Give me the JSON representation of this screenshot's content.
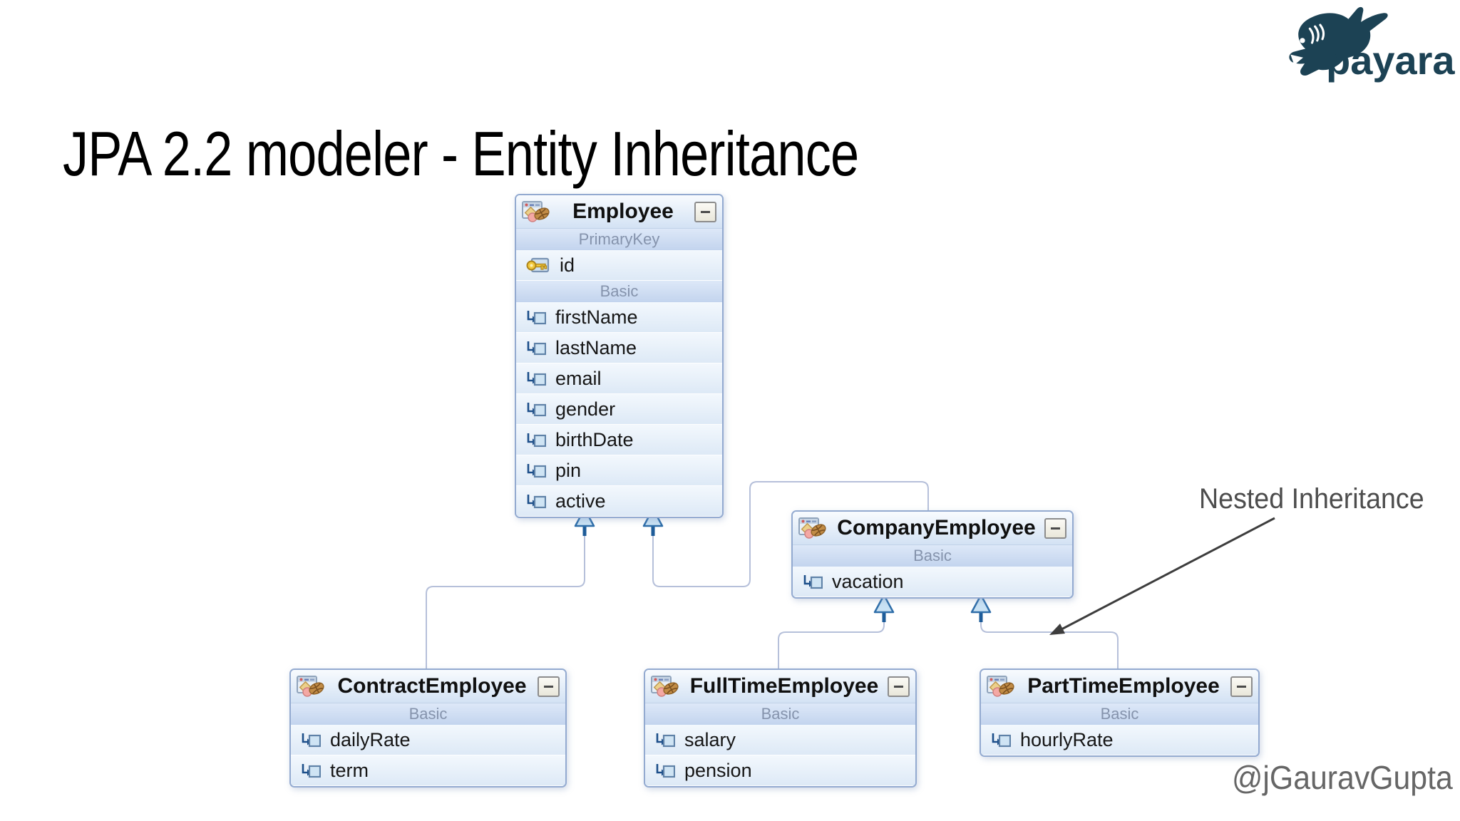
{
  "slide": {
    "title": "JPA 2.2 modeler - Entity Inheritance",
    "handle": "@jGauravGupta",
    "annotation_label": "Nested Inheritance",
    "logo_wordmark": "payara"
  },
  "entities": {
    "employee": {
      "title": "Employee",
      "pk_label": "PrimaryKey",
      "pk": [
        "id"
      ],
      "basic_label": "Basic",
      "basic": [
        "firstName",
        "lastName",
        "email",
        "gender",
        "birthDate",
        "pin",
        "active"
      ]
    },
    "companyEmployee": {
      "title": "CompanyEmployee",
      "basic_label": "Basic",
      "basic": [
        "vacation"
      ]
    },
    "contractEmployee": {
      "title": "ContractEmployee",
      "basic_label": "Basic",
      "basic": [
        "dailyRate",
        "term"
      ]
    },
    "fullTimeEmployee": {
      "title": "FullTimeEmployee",
      "basic_label": "Basic",
      "basic": [
        "salary",
        "pension"
      ]
    },
    "partTimeEmployee": {
      "title": "PartTimeEmployee",
      "basic_label": "Basic",
      "basic": [
        "hourlyRate"
      ]
    }
  },
  "inheritance": [
    {
      "child": "ContractEmployee",
      "parent": "Employee"
    },
    {
      "child": "CompanyEmployee",
      "parent": "Employee"
    },
    {
      "child": "FullTimeEmployee",
      "parent": "CompanyEmployee"
    },
    {
      "child": "PartTimeEmployee",
      "parent": "CompanyEmployee"
    }
  ],
  "colors": {
    "logo_navy": "#1c4254",
    "box_border": "#93aad0",
    "section_band": "#c9d9f0",
    "connector_line": "#b6c0da",
    "arrow_fill": "#c9e2f4",
    "arrow_stroke": "#2f6ea9",
    "annotation_text": "#4d4d4d",
    "handle_text": "#666666"
  }
}
